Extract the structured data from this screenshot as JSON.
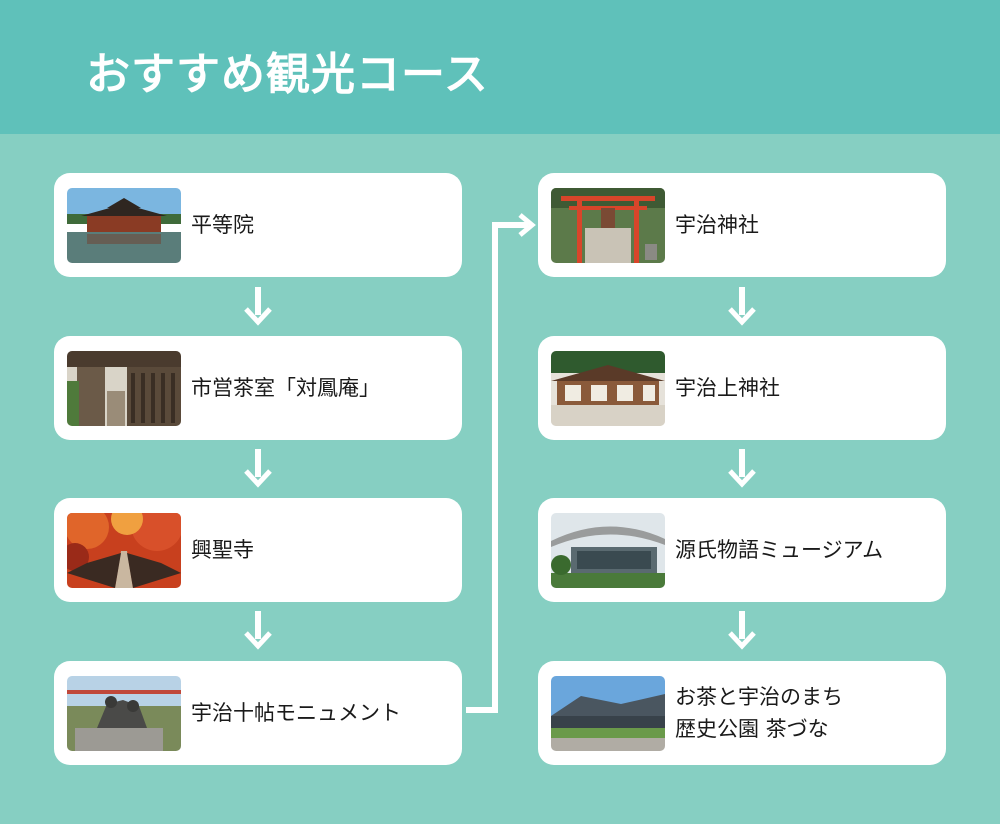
{
  "header": {
    "title": "おすすめ観光コース"
  },
  "left_column": [
    {
      "id": "byodoin",
      "label": "平等院",
      "image": "byodoin-photo"
    },
    {
      "id": "taihoan",
      "label": "市営茶室「対鳳庵」",
      "image": "tea-house-photo"
    },
    {
      "id": "koshoji",
      "label": "興聖寺",
      "image": "autumn-path-photo"
    },
    {
      "id": "monument",
      "label": "宇治十帖モニュメント",
      "image": "monument-photo"
    }
  ],
  "right_column": [
    {
      "id": "uji-jinja",
      "label": "宇治神社",
      "image": "torii-shrine-photo"
    },
    {
      "id": "ujigami-jinja",
      "label": "宇治上神社",
      "image": "shrine-hall-photo"
    },
    {
      "id": "genji-museum",
      "label": "源氏物語ミュージアム",
      "image": "museum-photo"
    },
    {
      "id": "chazuna",
      "label": "お茶と宇治のまち\n歴史公園 茶づな",
      "image": "park-photo"
    }
  ],
  "colors": {
    "header_bg": "#5fc1ba",
    "page_bg": "#86cfc2",
    "card_bg": "#ffffff",
    "arrow": "#ffffff"
  }
}
